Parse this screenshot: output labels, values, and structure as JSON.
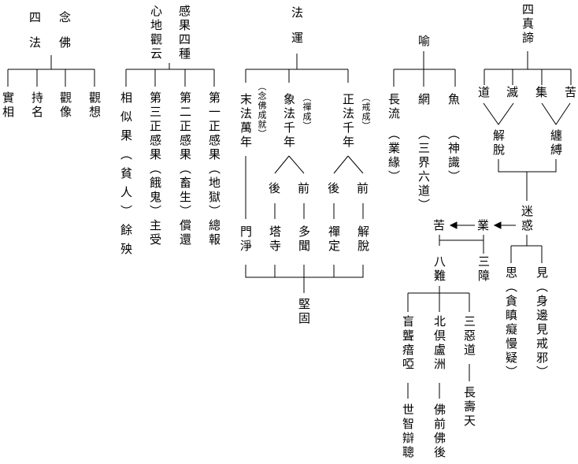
{
  "nianfo": {
    "title_a": "四法",
    "title_b": "念佛",
    "methods": [
      "實相",
      "持名",
      "觀像",
      "觀想"
    ]
  },
  "ganguo": {
    "title_a": "心地觀云",
    "title_b": "感果四種",
    "items": [
      "第一正感果（地獄）總報",
      "第二正感果（畜生）償還",
      "第三正感果（餓鬼）主受",
      "相似果（貧人）餘殃"
    ]
  },
  "fayun": {
    "title": "法運",
    "zhengfa": {
      "label": "正法千年",
      "note": "（戒成）",
      "front": "前",
      "back": "後",
      "front_result": "解脫",
      "back_result": "禪定"
    },
    "xiangfa": {
      "label": "象法千年",
      "note": "（禪成）",
      "front": "前",
      "back": "後",
      "front_result": "多聞",
      "back_result": "塔寺"
    },
    "mofa": {
      "label": "末法萬年",
      "note": "（念佛成就）",
      "result": "門淨"
    },
    "conclusion": "堅固"
  },
  "yu": {
    "title": "喻",
    "items": [
      {
        "name": "魚",
        "note": "（神識）"
      },
      {
        "name": "網",
        "note": "（三界六道）"
      },
      {
        "name": "長流",
        "note": "（業緣）"
      }
    ]
  },
  "sidi": {
    "title": "四真諦",
    "truths": [
      "道",
      "滅",
      "集",
      "苦"
    ],
    "jietuo": "解脫",
    "chanfu": "纏縛",
    "mihuo": "迷惑",
    "flow": [
      "苦",
      "業",
      "惑"
    ],
    "si": "思（貪瞋癡慢疑）",
    "jian": "見（身邊見戒邪）",
    "sanzhang": "三障",
    "banan": "八難",
    "nan_items": [
      {
        "name": "三惡道",
        "detail": "長壽天"
      },
      {
        "name": "北倶盧洲",
        "detail": "佛前佛後"
      },
      {
        "name": "盲聾瘖啞",
        "detail": "世智辯聰"
      }
    ]
  }
}
